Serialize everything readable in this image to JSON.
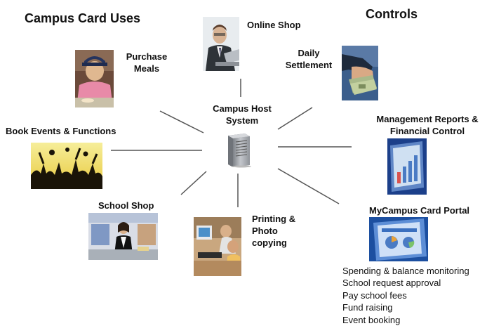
{
  "titles": {
    "uses": "Campus Card Uses",
    "controls": "Controls"
  },
  "hub": {
    "label_line1": "Campus Host",
    "label_line2": "System",
    "icon": "server-tower-icon"
  },
  "nodes": {
    "online_shop": {
      "label": "Online Shop",
      "image": "businessman-at-laptop-photo"
    },
    "purchase_meals": {
      "label_line1": "Purchase",
      "label_line2": "Meals",
      "image": "child-eating-lunch-photo"
    },
    "book_events": {
      "label": "Book Events & Functions",
      "image": "cheering-crowd-silhouette-photo"
    },
    "school_shop": {
      "label": "School Shop",
      "image": "student-at-shop-counter-photo"
    },
    "printing": {
      "label_line1": "Printing &",
      "label_line2": "Photo",
      "label_line3": "copying",
      "image": "students-at-computer-photo"
    },
    "daily_settlement": {
      "label_line1": "Daily",
      "label_line2": "Settlement",
      "image": "hand-with-cash-photo"
    },
    "management_reports": {
      "label_line1": "Management Reports &",
      "label_line2": "Financial Control",
      "image": "monitor-with-bar-chart-photo"
    },
    "portal": {
      "label": "MyCampus Card Portal",
      "image": "monitor-with-dashboard-photo"
    }
  },
  "portal_features": [
    "Spending & balance monitoring",
    "School request approval",
    "Pay school fees",
    "Fund raising",
    "Event booking"
  ],
  "colors": {
    "connector": "#555555",
    "text": "#111111",
    "server_body": "#a9adb3"
  }
}
